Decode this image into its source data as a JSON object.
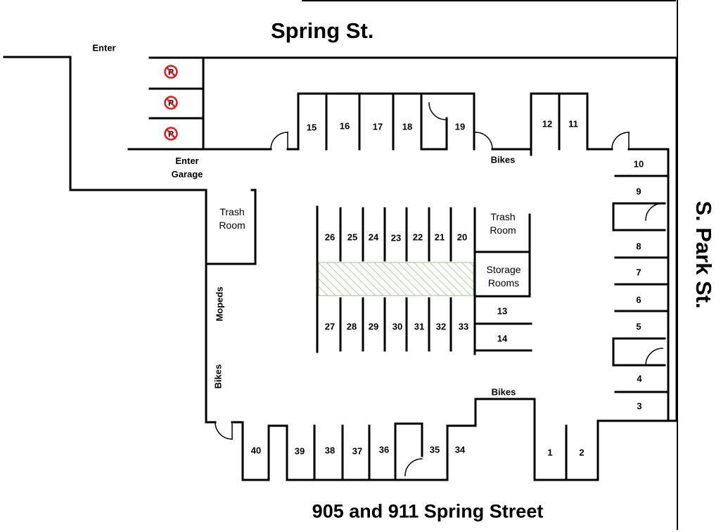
{
  "streets": {
    "north": "Spring St.",
    "east": "S. Park St.",
    "address": "905 and 911 Spring Street"
  },
  "labels": {
    "enter": "Enter",
    "enter_garage_line1": "Enter",
    "enter_garage_line2": "Garage",
    "bikes_top": "Bikes",
    "bikes_bottom": "Bikes",
    "bikes_left": "Bikes",
    "mopeds": "Mopeds",
    "trash_room_left_line1": "Trash",
    "trash_room_left_line2": "Room",
    "trash_room_center_line1": "Trash",
    "trash_room_center_line2": "Room",
    "storage_line1": "Storage",
    "storage_line2": "Rooms"
  },
  "no_parking_icon": "no-parking-sign",
  "colors": {
    "no_parking": "#e31b1b",
    "hatch": "#9fbf7f",
    "wall": "#000000"
  },
  "spaces": {
    "s1": "1",
    "s2": "2",
    "s3": "3",
    "s4": "4",
    "s5": "5",
    "s6": "6",
    "s7": "7",
    "s8": "8",
    "s9": "9",
    "s10": "10",
    "s11": "11",
    "s12": "12",
    "s13": "13",
    "s14": "14",
    "s15": "15",
    "s16": "16",
    "s17": "17",
    "s18": "18",
    "s19": "19",
    "s20": "20",
    "s21": "21",
    "s22": "22",
    "s23": "23",
    "s24": "24",
    "s25": "25",
    "s26": "26",
    "s27": "27",
    "s28": "28",
    "s29": "29",
    "s30": "30",
    "s31": "31",
    "s32": "32",
    "s33": "33",
    "s34": "34",
    "s35": "35",
    "s36": "36",
    "s37": "37",
    "s38": "38",
    "s39": "39",
    "s40": "40"
  }
}
